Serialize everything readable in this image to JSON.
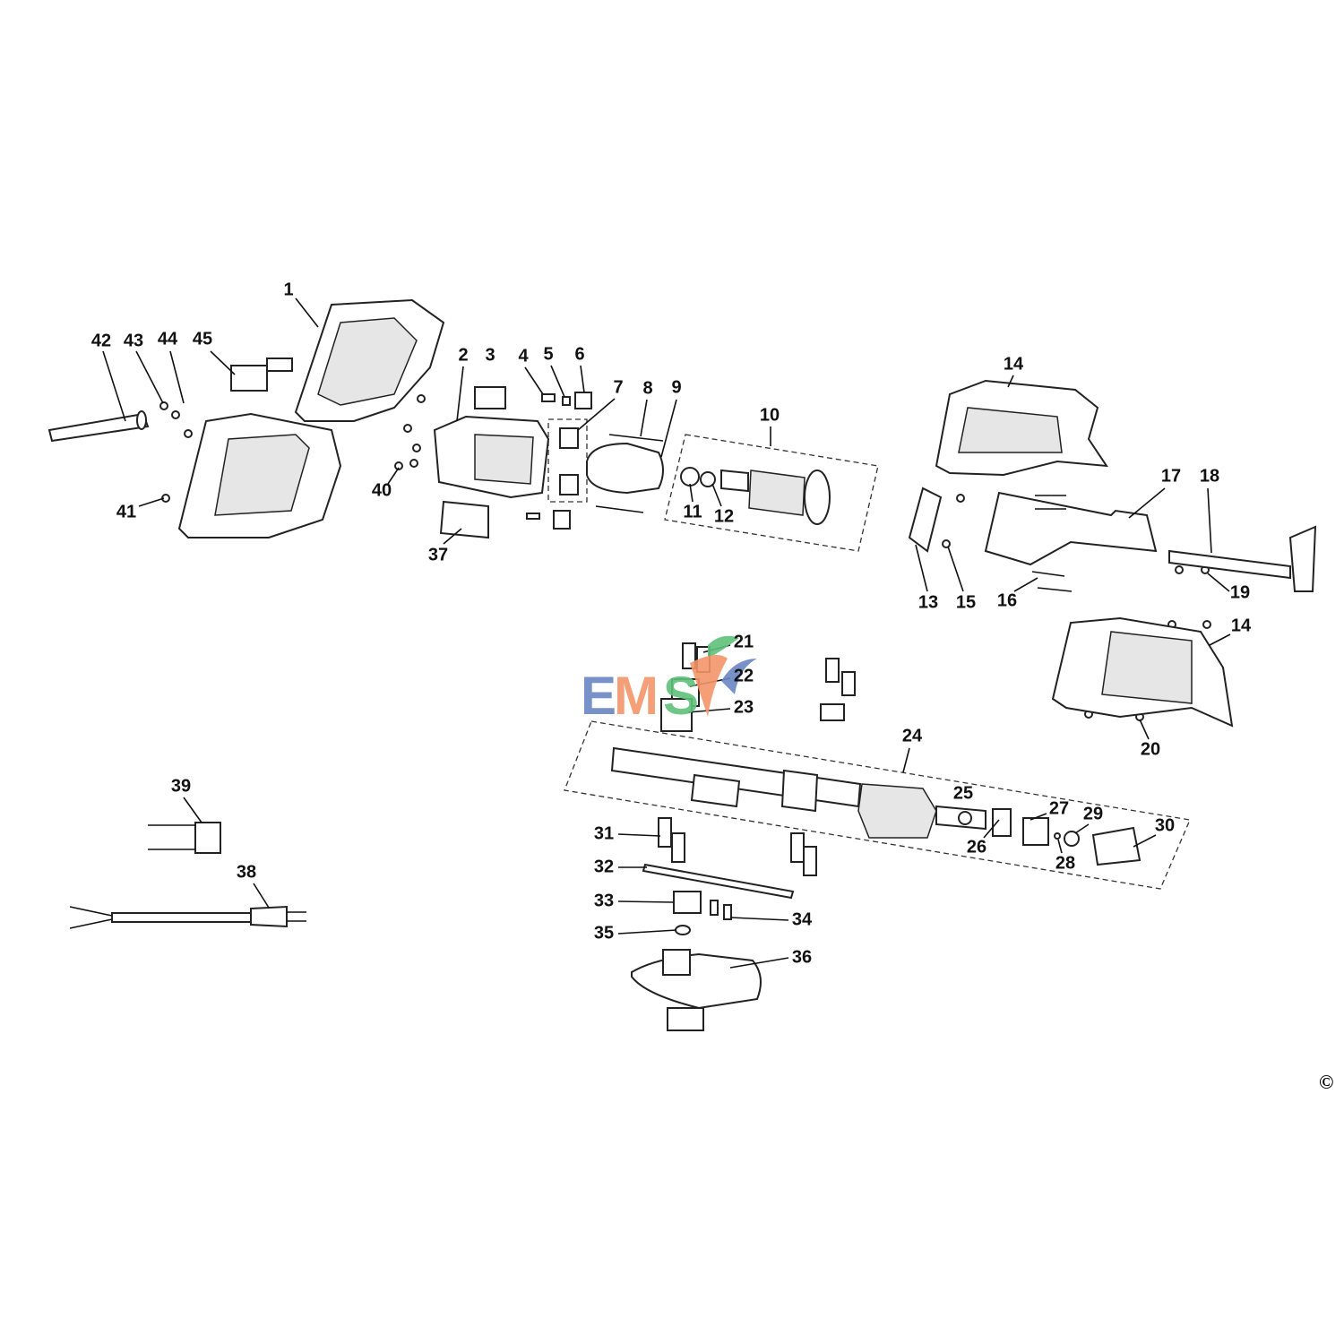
{
  "labels": [
    "1",
    "2",
    "3",
    "4",
    "5",
    "6",
    "7",
    "8",
    "9",
    "10",
    "11",
    "12",
    "13",
    "14",
    "15",
    "16",
    "17",
    "18",
    "19",
    "14",
    "20",
    "21",
    "22",
    "23",
    "24",
    "25",
    "26",
    "27",
    "28",
    "29",
    "30",
    "31",
    "32",
    "33",
    "34",
    "35",
    "36",
    "37",
    "38",
    "39",
    "40",
    "41",
    "42",
    "43",
    "44",
    "45"
  ],
  "watermark": {
    "logo_text_e": "E",
    "logo_text_m": "M",
    "logo_text_s": "S",
    "colors": {
      "e": "#6b86c4",
      "m": "#f4956a",
      "s": "#5fc27a"
    }
  },
  "copyright": "©"
}
